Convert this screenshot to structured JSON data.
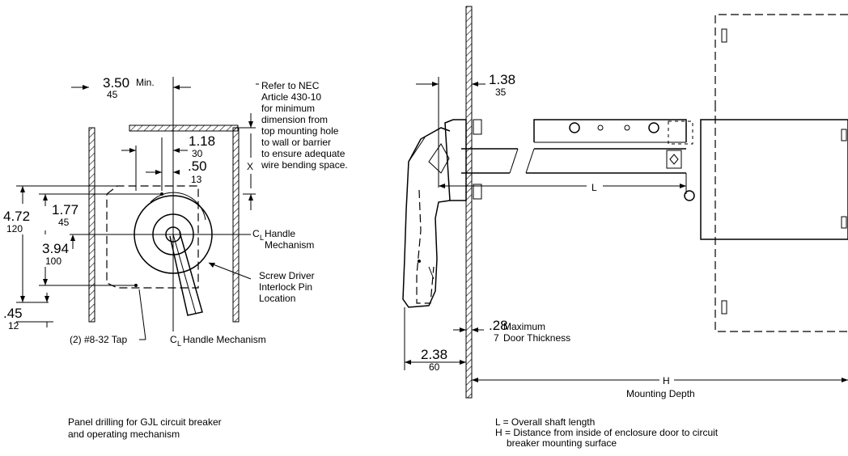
{
  "left": {
    "dim_350": "3.50",
    "dim_350_min": "Min.",
    "dim_350_mm": "45",
    "dim_118": "1.18",
    "dim_118_mm": "30",
    "dim_50": ".50",
    "dim_50_mm": "13",
    "dim_x": "X",
    "dim_472": "4.72",
    "dim_472_mm": "120",
    "dim_177": "1.77",
    "dim_177_mm": "45",
    "dim_394": "3.94",
    "dim_394_mm": "100",
    "dim_45": ".45",
    "dim_45_mm": "12",
    "nec_note": [
      "Refer to NEC",
      "Article 430-10",
      "for minimum",
      "dimension from",
      "top mounting hole",
      "to wall or barrier",
      "to ensure adequate",
      "wire bending space."
    ],
    "cl_handle_1": "C",
    "cl_handle_1_sub": "L",
    "cl_handle_1_text": "Handle",
    "cl_handle_1_text2": "Mechanism",
    "screwdriver": [
      "Screw Driver",
      "Interlock Pin",
      "Location"
    ],
    "tap": "(2) #8-32 Tap",
    "cl_handle_2": "C",
    "cl_handle_2_sub": "L",
    "cl_handle_2_text": "Handle Mechanism",
    "caption": [
      "Panel drilling for GJL circuit breaker",
      "and operating mechanism"
    ]
  },
  "right": {
    "dim_138": "1.38",
    "dim_138_mm": "35",
    "dim_L": "L",
    "dim_28": ".28",
    "dim_28_max": "Maximum",
    "dim_28_mm": "7",
    "dim_28_door": "Door Thickness",
    "dim_238": "2.38",
    "dim_238_mm": "60",
    "dim_H": "H",
    "dim_H_label": "Mounting Depth",
    "legend": [
      "L = Overall shaft length",
      "H = Distance from inside of enclosure door to circuit",
      "breaker mounting surface"
    ]
  }
}
